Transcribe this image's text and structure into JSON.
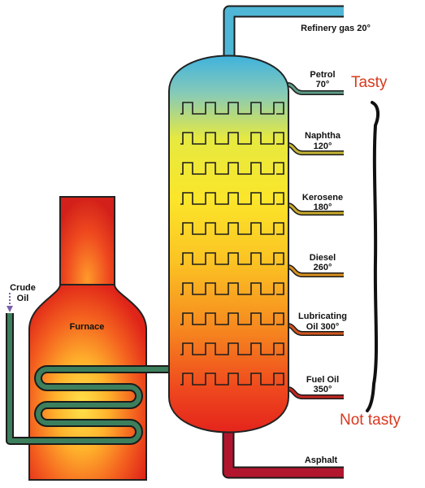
{
  "colors": {
    "pipe_gas": "#4fb6d6",
    "pipe_asphalt": "#b2162e",
    "feed_pipe": "#3c7f5d",
    "furnace_dark": "#e02718",
    "annotation_red": "#d9381e",
    "brace": "#111111"
  },
  "furnace": {
    "label": "Furnace"
  },
  "crude": {
    "line1": "Crude",
    "line2": "Oil"
  },
  "products": [
    {
      "name": "Refinery gas",
      "temp": "20°",
      "color": "#4fb6d6"
    },
    {
      "name": "Petrol",
      "temp": "70°",
      "color": "#5c9b87"
    },
    {
      "name": "Naphtha",
      "temp": "120°",
      "color": "#c4b434"
    },
    {
      "name": "Kerosene",
      "temp": "180°",
      "color": "#c8a82a"
    },
    {
      "name": "Diesel",
      "temp": "260°",
      "color": "#d9901f"
    },
    {
      "name": "Lubricating",
      "name2": "Oil",
      "temp": "300°",
      "color": "#d2561e"
    },
    {
      "name": "Fuel Oil",
      "temp": "350°",
      "color": "#c42823"
    },
    {
      "name": "Asphalt",
      "temp": "",
      "color": "#b2162e"
    }
  ],
  "annotations": {
    "top": "Tasty",
    "bottom": "Not tasty"
  }
}
